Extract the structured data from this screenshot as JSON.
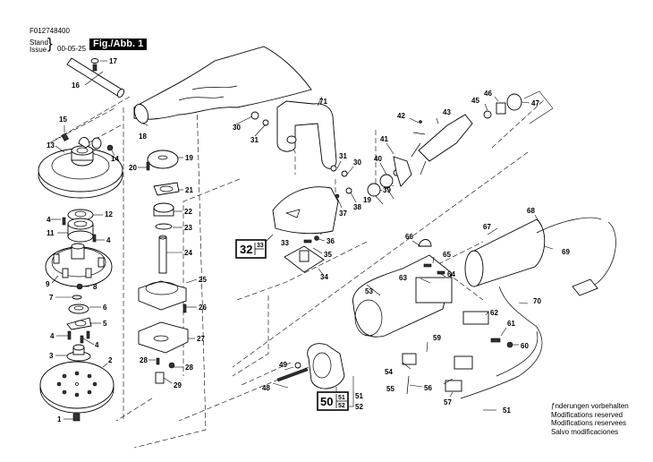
{
  "header": {
    "document_number": "F012748400",
    "stand_label": "Stand",
    "issue_label": "Issue",
    "brace": "}",
    "issue_date": "00-05-25",
    "figure_label": "Fig./Abb. 1"
  },
  "footer": {
    "modifications": [
      "ƒnderungen vorbehalten",
      "Modifications reserved",
      "Modifications reservees",
      "Salvo modificaciones"
    ]
  },
  "parts": {
    "p1": "1",
    "p2": "2",
    "p3": "3",
    "p4a": "4",
    "p4b": "4",
    "p4c": "4",
    "p4d": "4",
    "p5": "5",
    "p6": "6",
    "p7": "7",
    "p8": "8",
    "p9": "9",
    "p11": "11",
    "p12": "12",
    "p13": "13",
    "p14": "14",
    "p15": "15",
    "p16": "16",
    "p17": "17",
    "p18": "18",
    "p19a": "19",
    "p19b": "19",
    "p20": "20",
    "p21": "21",
    "p22": "22",
    "p23": "23",
    "p24": "24",
    "p25": "25",
    "p26": "26",
    "p27": "27",
    "p28a": "28",
    "p28b": "28",
    "p29": "29",
    "p30a": "30",
    "p30b": "30",
    "p31a": "31",
    "p31b": "31",
    "p33": "33",
    "p34": "34",
    "p35": "35",
    "p36": "36",
    "p37": "37",
    "p38": "38",
    "p39": "39",
    "p40": "40",
    "p41": "41",
    "p42": "42",
    "p43": "43",
    "p45": "45",
    "p46": "46",
    "p47": "47",
    "p48": "48",
    "p49": "49",
    "p51a": "51",
    "p51b": "51",
    "p52": "52",
    "p53": "53",
    "p54": "54",
    "p55": "55",
    "p56": "56",
    "p57": "57",
    "p59": "59",
    "p60": "60",
    "p61": "61",
    "p62": "62",
    "p63": "63",
    "p64": "64",
    "p65": "65",
    "p66": "66",
    "p67": "67",
    "p68": "68",
    "p69": "69",
    "p70": "70",
    "p71": "71"
  },
  "assembly_boxes": {
    "box32": {
      "main": "32",
      "sub": "33"
    },
    "box50": {
      "main": "50",
      "sub_top": "51",
      "sub_bottom": "52"
    }
  }
}
